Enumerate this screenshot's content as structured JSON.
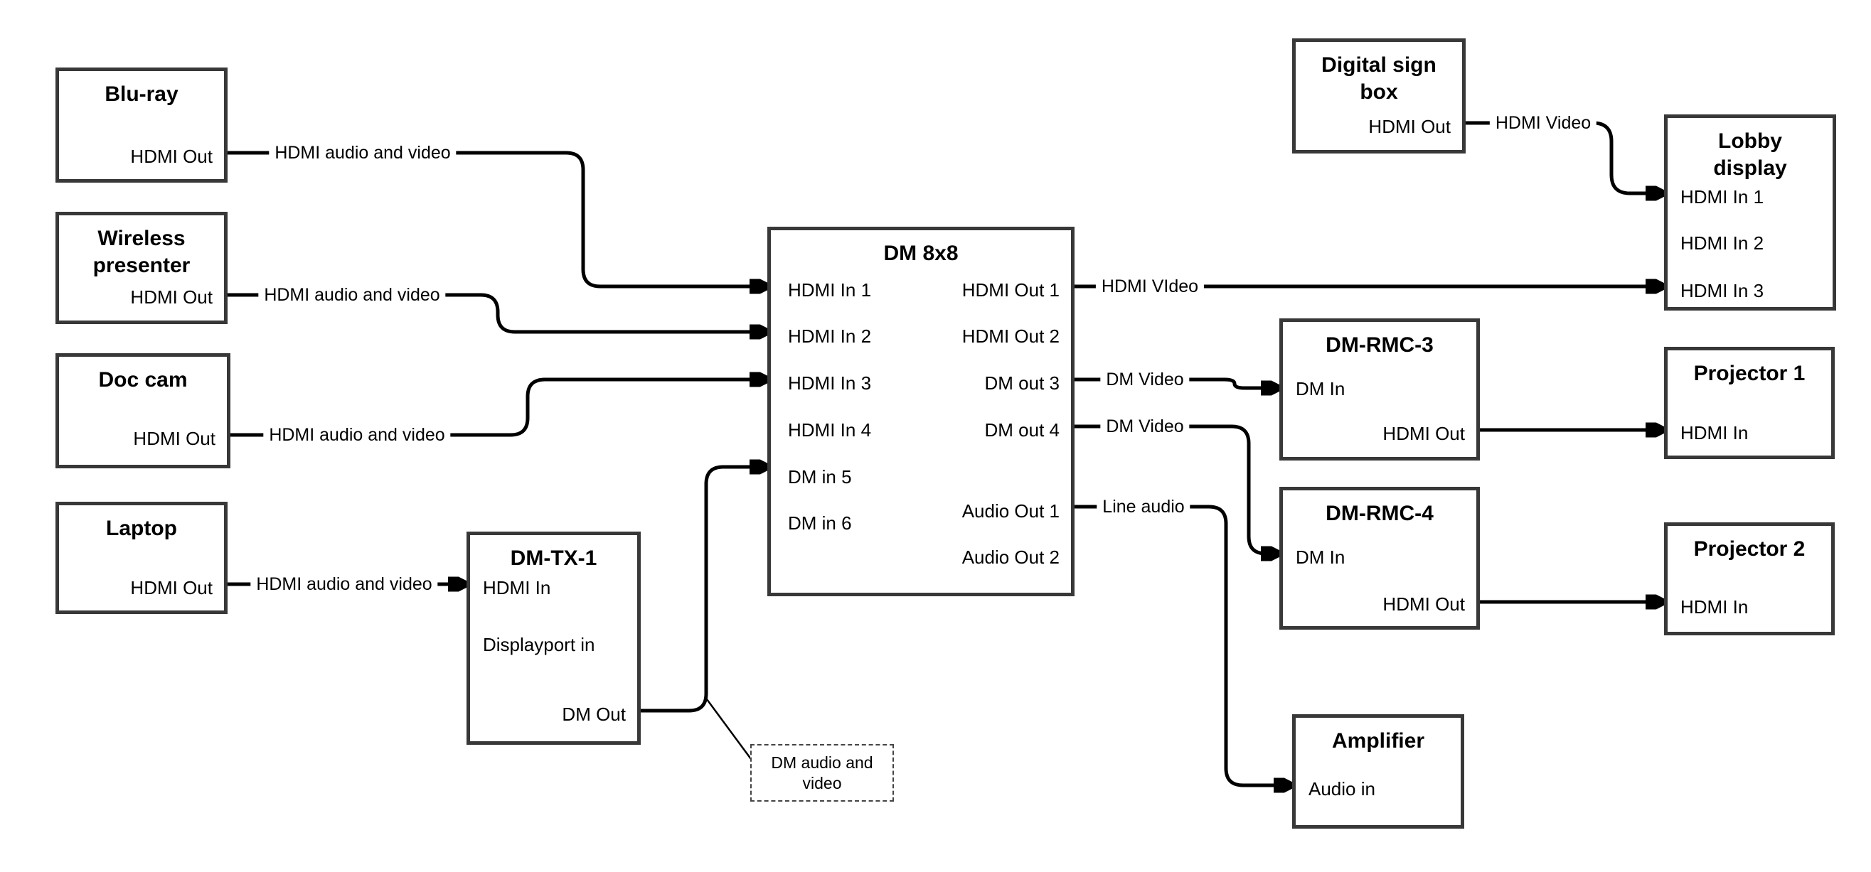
{
  "canvas": {
    "background": "#ffffff",
    "line_color": "#000000",
    "border_color": "#383838"
  },
  "nodes": {
    "bluray": {
      "title": "Blu-ray",
      "ports": {
        "hdmi_out": "HDMI Out"
      }
    },
    "wireless_presenter": {
      "title": "Wireless presenter",
      "ports": {
        "hdmi_out": "HDMI Out"
      }
    },
    "doc_cam": {
      "title": "Doc cam",
      "ports": {
        "hdmi_out": "HDMI Out"
      }
    },
    "laptop": {
      "title": "Laptop",
      "ports": {
        "hdmi_out": "HDMI Out"
      }
    },
    "dm_tx_1": {
      "title": "DM-TX-1",
      "ports": {
        "hdmi_in": "HDMI In",
        "displayport_in": "Displayport in",
        "dm_out": "DM Out"
      }
    },
    "dm_8x8": {
      "title": "DM 8x8",
      "ports": {
        "hdmi_in_1": "HDMI In 1",
        "hdmi_in_2": "HDMI In 2",
        "hdmi_in_3": "HDMI In 3",
        "hdmi_in_4": "HDMI In 4",
        "dm_in_5": "DM in 5",
        "dm_in_6": "DM in 6",
        "hdmi_out_1": "HDMI Out 1",
        "hdmi_out_2": "HDMI Out 2",
        "dm_out_3": "DM out 3",
        "dm_out_4": "DM out 4",
        "audio_out_1": "Audio Out 1",
        "audio_out_2": "Audio Out 2"
      }
    },
    "digital_sign_box": {
      "title": "Digital sign box",
      "ports": {
        "hdmi_out": "HDMI Out"
      }
    },
    "lobby_display": {
      "title": "Lobby display",
      "ports": {
        "hdmi_in_1": "HDMI In 1",
        "hdmi_in_2": "HDMI In 2",
        "hdmi_in_3": "HDMI In 3"
      }
    },
    "dm_rmc_3": {
      "title": "DM-RMC-3",
      "ports": {
        "dm_in": "DM In",
        "hdmi_out": "HDMI Out"
      }
    },
    "projector_1": {
      "title": "Projector 1",
      "ports": {
        "hdmi_in": "HDMI In"
      }
    },
    "dm_rmc_4": {
      "title": "DM-RMC-4",
      "ports": {
        "dm_in": "DM In",
        "hdmi_out": "HDMI Out"
      }
    },
    "projector_2": {
      "title": "Projector 2",
      "ports": {
        "hdmi_in": "HDMI In"
      }
    },
    "amplifier": {
      "title": "Amplifier",
      "ports": {
        "audio_in": "Audio in"
      }
    }
  },
  "connection_labels": {
    "bluray_to_dm8x8": "HDMI audio and video",
    "wireless_to_dm8x8": "HDMI audio and video",
    "doccam_to_dm8x8": "HDMI audio and video",
    "laptop_to_dmtx1": "HDMI audio and video",
    "hdmi_out_1_to_lobby": "HDMI VIdeo",
    "digital_sign_to_lobby": "HDMI Video",
    "dm_out_3_to_rmc3": "DM Video",
    "dm_out_4_to_rmc4": "DM Video",
    "audio_out_1_to_amp": "Line audio"
  },
  "note": {
    "text": "DM audio and video"
  }
}
